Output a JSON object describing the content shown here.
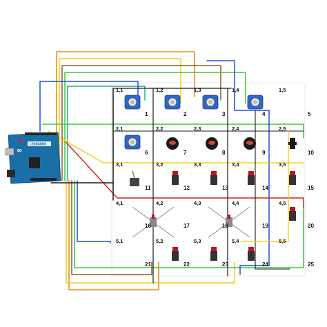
{
  "grid": {
    "rows": [
      {
        "label_row": [
          "1,1",
          "1,2",
          "1,3",
          "1,4",
          "1,5"
        ],
        "number_row": [
          "1",
          "2",
          "3",
          "4",
          "5"
        ]
      },
      {
        "label_row": [
          "2,1",
          "2,2",
          "2,3",
          "2,4",
          "2,5"
        ],
        "number_row": [
          "6",
          "7",
          "8",
          "9",
          "10"
        ]
      },
      {
        "label_row": [
          "3,1",
          "3,2",
          "3,3",
          "3,4",
          "3,5"
        ],
        "number_row": [
          "11",
          "12",
          "13",
          "14",
          "15"
        ]
      },
      {
        "label_row": [
          "4,1",
          "4,2",
          "4,3",
          "4,4",
          "4,5"
        ],
        "number_row": [
          "16",
          "17",
          "18",
          "19",
          "20"
        ]
      },
      {
        "label_row": [
          "5,1",
          "5,2",
          "5,3",
          "5,4",
          "5,5"
        ],
        "number_row": [
          "21",
          "22",
          "23",
          "24",
          "25"
        ]
      }
    ]
  },
  "components": {
    "encoder": "rotary-encoder-icon",
    "red_button": "red-pushbutton-icon",
    "black_button": "black-pushbutton-icon",
    "toggle": "toggle-switch-icon",
    "rotary_switch": "rotary-switch-icon"
  },
  "board": {
    "label": "LEONARDO",
    "logo": "∞"
  },
  "wire_colors": {
    "black": "#1a1a1a",
    "red": "#e11d1d",
    "blue": "#1d4fd8",
    "green": "#33cc33",
    "yellow": "#f2d21b",
    "orange": "#f08a1c",
    "brown": "#8b5a2b",
    "teal": "#2aa5a5",
    "board": "#1b6fa8",
    "encoder": "#2f67c9"
  }
}
